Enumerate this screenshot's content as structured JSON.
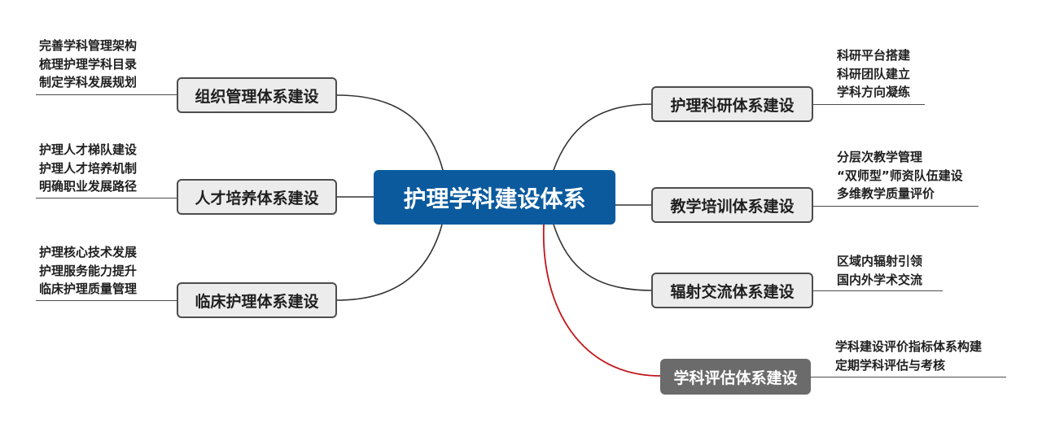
{
  "center": {
    "title": "护理学科建设体系"
  },
  "left_branches": [
    {
      "label": "组织管理体系建设",
      "items": [
        "完善学科管理架构",
        "梳理护理学科目录",
        "制定学科发展规划"
      ]
    },
    {
      "label": "人才培养体系建设",
      "items": [
        "护理人才梯队建设",
        "护理人才培养机制",
        "明确职业发展路径"
      ]
    },
    {
      "label": "临床护理体系建设",
      "items": [
        "护理核心技术发展",
        "护理服务能力提升",
        "临床护理质量管理"
      ]
    }
  ],
  "right_branches": [
    {
      "label": "护理科研体系建设",
      "items": [
        "科研平台搭建",
        "科研团队建立",
        "学科方向凝练"
      ]
    },
    {
      "label": "教学培训体系建设",
      "items": [
        "分层次教学管理",
        "“双师型”师资队伍建设",
        "多维教学质量评价"
      ]
    },
    {
      "label": "辐射交流体系建设",
      "items": [
        "区域内辐射引领",
        "国内外学术交流"
      ]
    },
    {
      "label": "学科评估体系建设",
      "items": [
        "学科建设评价指标体系构建",
        "定期学科评估与考核"
      ],
      "highlight": true
    }
  ],
  "colors": {
    "center_fill": "#0b5a9e",
    "branch_fill": "#ececec",
    "branch_border": "#4d4d4d",
    "highlight_fill": "#6b6b6b",
    "highlight_link": "#c0161b",
    "link": "#333333"
  }
}
